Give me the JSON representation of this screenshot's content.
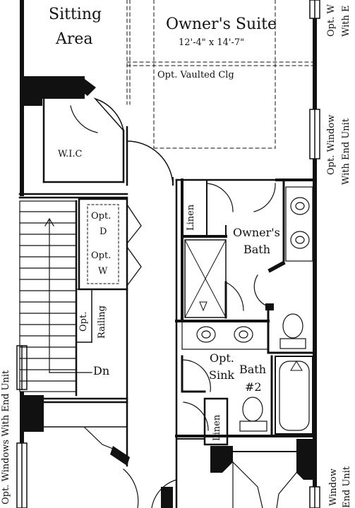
{
  "rooms": {
    "sitting_area": {
      "line1": "Sitting",
      "line2": "Area"
    },
    "owners_suite": {
      "name": "Owner's Suite",
      "dims": "12'-4\" x 14'-7\""
    },
    "vaulted": "Opt. Vaulted Clg",
    "wic": "W.I.C",
    "linen_top": "Linen",
    "owners_bath": {
      "line1": "Owner's",
      "line2": "Bath"
    },
    "opt_d": {
      "line1": "Opt.",
      "line2": "D"
    },
    "opt_w": {
      "line1": "Opt.",
      "line2": "W"
    },
    "opt_railing": {
      "line1": "Opt.",
      "line2": "Railing"
    },
    "dn": "Dn",
    "opt_sink": {
      "line1": "Opt.",
      "line2": "Sink"
    },
    "bath2": {
      "line1": "Bath",
      "line2": "#2"
    },
    "linen_bottom": "Linen"
  },
  "window_notes": {
    "right_top": {
      "line1": "Opt. W",
      "line2": "With E"
    },
    "right_mid": {
      "line1": "Opt. Window",
      "line2": "With End Unit"
    },
    "left": "Opt. Windows With End Unit",
    "right_bottom": {
      "line1": "Window",
      "line2": "End Unit"
    }
  }
}
